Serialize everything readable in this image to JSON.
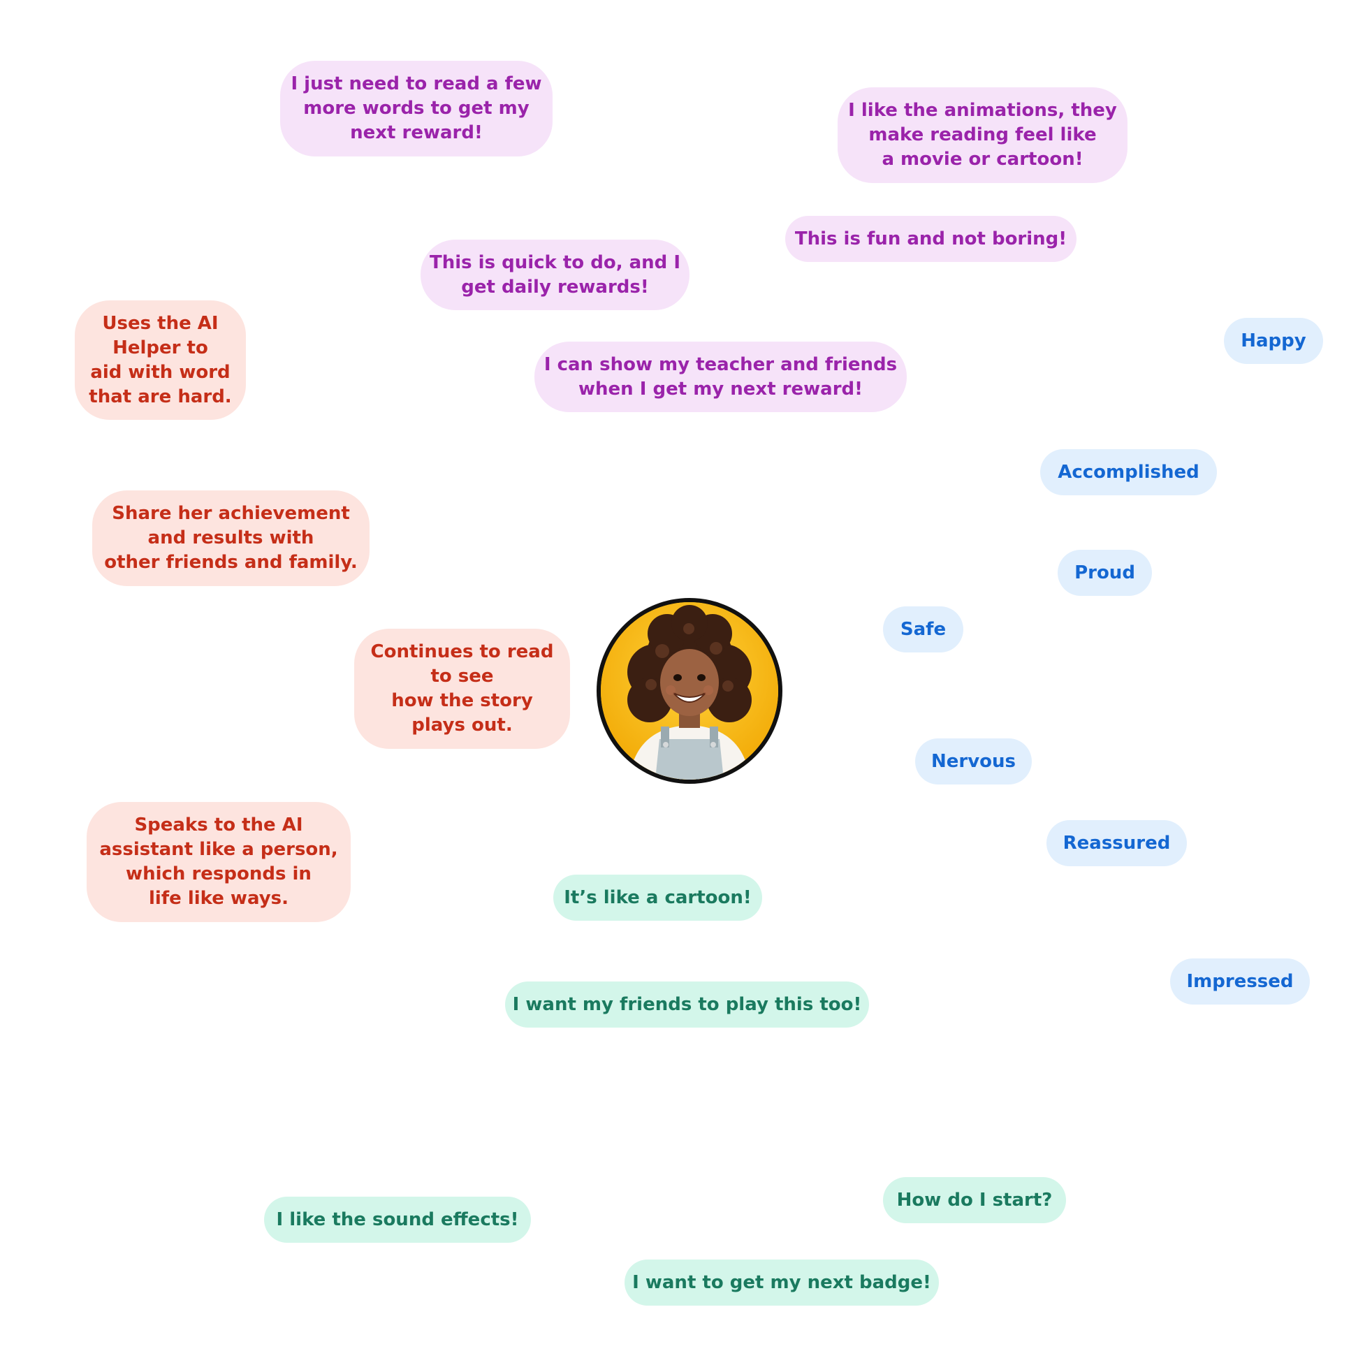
{
  "thinks": [
    [
      "I just need to read a few",
      "more words to get my",
      "next reward!"
    ],
    [
      "I like the animations, they",
      "make reading feel like",
      "a movie or cartoon!"
    ],
    [
      "This is fun and not boring!"
    ],
    [
      "This is quick to do, and I",
      "get daily rewards!"
    ],
    [
      "I can show my teacher and friends",
      "when I get my next reward!"
    ]
  ],
  "does": [
    [
      "Uses the AI",
      "Helper to",
      "aid with word",
      "that are hard."
    ],
    [
      "Share her achievement",
      "and results with",
      "other friends and family."
    ],
    [
      "Continues to read",
      "to see",
      "how the story",
      "plays out."
    ],
    [
      "Speaks to the AI",
      "assistant like a person,",
      "which responds in",
      "life like ways."
    ]
  ],
  "feels": [
    "Happy",
    "Accomplished",
    "Proud",
    "Safe",
    "Nervous",
    "Reassured",
    "Impressed"
  ],
  "says": [
    "It’s like a cartoon!",
    "I want my friends to play this too!",
    "How do I start?",
    "I like the sound effects!",
    "I want to get my next badge!"
  ],
  "colors": {
    "thinks_bg": "#f6e3f9",
    "thinks_text": "#9a23aa",
    "does_bg": "#fde4df",
    "does_text": "#c52e18",
    "feels_bg": "#e1effd",
    "feels_text": "#1467d2",
    "says_bg": "#d3f6ea",
    "says_text": "#1a7a5f",
    "avatar_bg": "#f6b500"
  }
}
